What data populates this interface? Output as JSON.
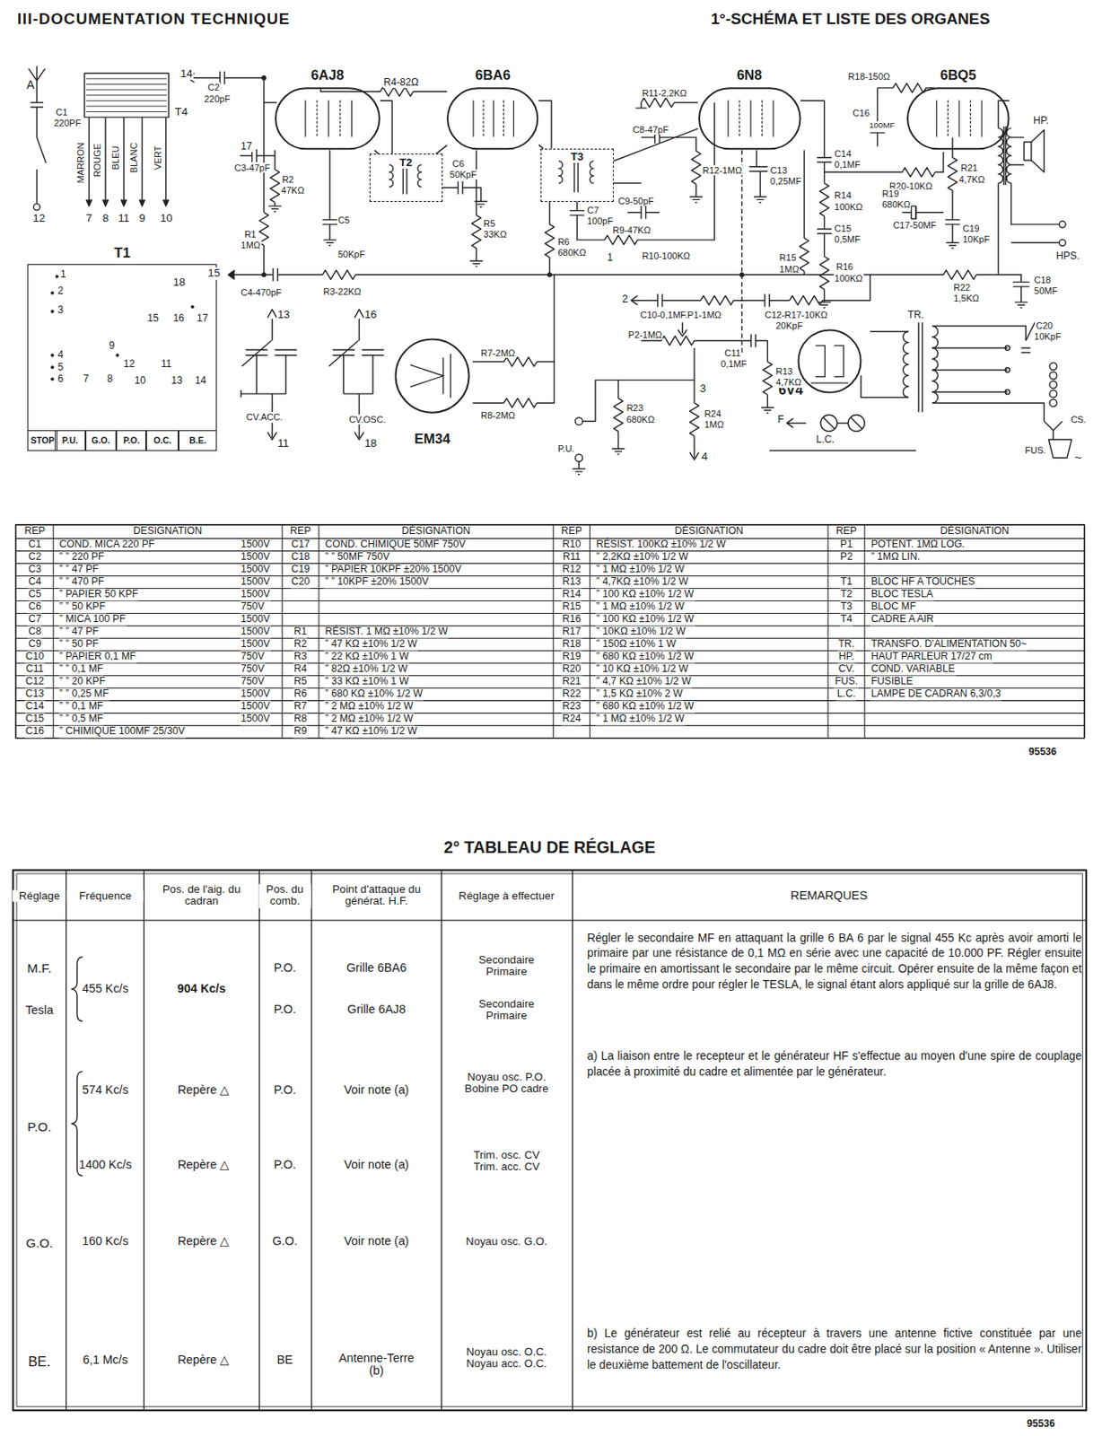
{
  "diagram": {
    "title": "III-DOCUMENTATION TECHNIQUE",
    "nodes": [
      {
        "text": [
          "6AJ8"
        ]
      },
      {
        "text": [
          "T2"
        ]
      },
      {
        "text": [
          "6BA6"
        ]
      },
      {
        "text": [
          "T3"
        ]
      },
      {
        "text": [
          "6N8"
        ]
      },
      {
        "text": [
          "6BQ5"
        ]
      },
      {
        "text": [
          "T1"
        ]
      },
      {
        "text": [
          "STOP"
        ],
        "in": 6
      },
      {
        "text": [
          "P.U."
        ],
        "in": 6
      },
      {
        "text": [
          "G.O."
        ],
        "in": 6
      },
      {
        "text": [
          "P.O."
        ],
        "in": 6
      },
      {
        "text": [
          "O.C."
        ],
        "in": 6
      },
      {
        "text": [
          "B.E."
        ],
        "in": 6
      },
      {
        "text": [
          "EM34"
        ]
      },
      {
        "text": [
          "6V4"
        ]
      }
    ],
    "edges": [
      {
        "from": 0,
        "to": 1,
        "arrow": "none"
      },
      {
        "from": 1,
        "to": 2,
        "arrow": "none"
      },
      {
        "from": 2,
        "to": 3,
        "arrow": "none"
      },
      {
        "from": 3,
        "to": 4,
        "arrow": "none"
      }
    ],
    "labels": [
      "1°-SCHÉMA ET LISTE DES ORGANES",
      "A",
      "C1",
      "220PF",
      "12",
      "MARRON",
      "ROUGE",
      "BLEU",
      "BLANC",
      "VERT",
      "7",
      "8",
      "11",
      "9",
      "10",
      "T4",
      "14",
      "C2",
      "220pF",
      "17",
      "C3-47pF",
      "R2",
      "47KΩ",
      "R1",
      "1MΩ",
      "C5",
      "50KpF",
      "R4-82Ω",
      "C6",
      "50KpF",
      "R5",
      "33KΩ",
      "R6",
      "680KΩ",
      "R11-2,2KΩ",
      "C8-47pF",
      "R12-1MΩ",
      "C9-50pF",
      "C7",
      "100pF",
      "R9-47KΩ",
      "R10-100KΩ",
      "1",
      "C13",
      "0,25MF",
      "R15",
      "1MΩ",
      "R18-150Ω",
      "C16",
      "100MF",
      "C14",
      "0,1MF",
      "R14",
      "100KΩ",
      "R20-10KΩ",
      "R19",
      "680KΩ",
      "C17-50MF",
      "R21",
      "4,7KΩ",
      "HP.",
      "C19",
      "10KpF",
      "HPS.",
      "C15",
      "0,5MF",
      "R16",
      "100KΩ",
      "R22",
      "1,5KΩ",
      "C18",
      "50MF",
      "15",
      "C4-470pF",
      "R3-22KΩ",
      "13",
      "16",
      "2",
      "C10-0,1MF.P1-1MΩ",
      "C12-R17-10KΩ",
      "20KpF",
      "TR.",
      "P2-1MΩ",
      "C11",
      "0,1MF",
      "R13",
      "4,7KΩ",
      "3",
      "R7-2MΩ",
      "R8-2MΩ",
      "CV.ACC.",
      "11",
      "CV.OSC.",
      "18",
      "F",
      "P.U.",
      "R23",
      "680KΩ",
      "R24",
      "1MΩ",
      "4",
      "L.C.",
      "C20",
      "10KpF",
      "FUS.",
      "CS.",
      "~",
      "1",
      "2",
      "3",
      "18",
      "15",
      "16",
      "17",
      "9",
      "12",
      "11",
      "4",
      "5",
      "6",
      "7",
      "8",
      "10",
      "13",
      "14",
      "REP",
      "DESIGNATION",
      "REP",
      "DÉSIGNATION",
      "REP",
      "DÉSIGNATION",
      "REP",
      "DÉSIGNATION",
      "C1",
      "COND. MICA 220 PF",
      "1500V",
      "C2",
      "” ” 220 PF",
      "1500V",
      "C3",
      "” ” 47 PF",
      "1500V",
      "C4",
      "” ” 470 PF",
      "1500V",
      "C5",
      "” PAPIER 50 KPF",
      "1500V",
      "C6",
      "” ” 50 KPF",
      "750V",
      "C7",
      "” MICA 100 PF",
      "1500V",
      "C8",
      "” ” 47 PF",
      "1500V",
      "C9",
      "” ” 50 PF",
      "1500V",
      "C10",
      "” PAPIER 0,1 MF",
      "750V",
      "C11",
      "” ” 0,1 MF",
      "750V",
      "C12",
      "” ” 20 KPF",
      "750V",
      "C13",
      "” ” 0,25 MF",
      "1500V",
      "C14",
      "” ” 0,1 MF",
      "1500V",
      "C15",
      "” ” 0,5 MF",
      "1500V",
      "C16",
      "” CHIMIQUE 100MF 25/30V",
      "C17",
      "COND. CHIMIQUE 50MF 750V",
      "C18",
      "” ” 50MF 750V",
      "C19",
      "” PAPIER 10KPF ±20% 1500V",
      "C20",
      "” ” 10KPF ±20% 1500V",
      "R1",
      "RÉSIST. 1 MΩ ±10% 1/2 W",
      "R2",
      "” 47 KΩ ±10% 1/2 W",
      "R3",
      "” 22 KΩ ±10% 1 W",
      "R4",
      "” 82Ω ±10% 1/2 W",
      "R5",
      "” 33 KΩ ±10% 1 W",
      "R6",
      "” 680 KΩ ±10% 1/2 W",
      "R7",
      "” 2 MΩ ±10% 1/2 W",
      "R8",
      "” 2 MΩ ±10% 1/2 W",
      "R9",
      "” 47 KΩ ±10% 1/2 W",
      "R10",
      "RÉSIST. 100KΩ ±10% 1/2 W",
      "R11",
      "” 2,2KΩ ±10% 1/2 W",
      "R12",
      "” 1 MΩ ±10% 1/2 W",
      "R13",
      "” 4,7KΩ ±10% 1/2 W",
      "R14",
      "” 100 KΩ ±10% 1/2 W",
      "R15",
      "” 1 MΩ ±10% 1/2 W",
      "R16",
      "” 100 KΩ ±10% 1/2 W",
      "R17",
      "” 10KΩ ±10% 1/2 W",
      "R18",
      "” 150Ω ±10% 1 W",
      "R19",
      "” 680 KΩ ±10% 1/2 W",
      "R20",
      "” 10 KΩ ±10% 1/2 W",
      "R21",
      "” 4,7 KΩ ±10% 1/2 W",
      "R22",
      "” 1,5 KΩ ±10% 2 W",
      "R23",
      "” 680 KΩ ±10% 1/2 W",
      "R24",
      "” 1 MΩ ±10% 1/2 W",
      "P1",
      "POTENT. 1MΩ LOG.",
      "P2",
      "” 1MΩ LIN.",
      "T1",
      "BLOC HF A TOUCHES",
      "T2",
      "BLOC TESLA",
      "T3",
      "BLOC MF",
      "T4",
      "CADRE A AIR",
      "TR.",
      "TRANSFO. D'ALIMENTATION 50~",
      "HP.",
      "HAUT PARLEUR 17/27 cm",
      "CV.",
      "COND. VARIABLE",
      "FUS.",
      "FUSIBLE",
      "L.C.",
      "LAMPE DE CADRAN 6,3/0,3",
      "95536",
      "2° TABLEAU DE RÉGLAGE",
      "Réglage",
      "Fréquence",
      "Pos. de l'aig. du cadran",
      "Pos. du comb.",
      "Point d'attaque du générat. H.F.",
      "Réglage à effectuer",
      "REMARQUES",
      "M.F.",
      "455 Kc/s",
      "904 Kc/s",
      "P.O.",
      "Grille 6BA6",
      "Secondaire Primaire",
      "Régler le secondaire MF en attaquant la grille 6 BA 6 par le signal 455 Kc après avoir amorti le primaire par une résistance de 0,1 MΩ en série avec une capacité de 10.000 PF. Régler ensuite le primaire en amortissant le secondaire par le même circuit. Opérer ensuite de la même façon et dans le même ordre pour régler le TESLA, le signal étant alors appliqué sur la grille de 6AJ8.",
      "Tesla",
      "P.O.",
      "Grille 6AJ8",
      "Secondaire Primaire",
      "574 Kc/s",
      "Repère △",
      "P.O.",
      "Voir note (a)",
      "Noyau osc. P.O. Bobine PO cadre",
      "a) La liaison entre le recepteur et le générateur HF s'effectue au moyen d'une spire de couplage placée à proximité du cadre et alimentée par le générateur.",
      "P.O.",
      "1400 Kc/s",
      "Repère △",
      "P.O.",
      "Voir note (a)",
      "Trim. osc. CV Trim. acc. CV",
      "G.O.",
      "160 Kc/s",
      "Repère △",
      "G.O.",
      "Voir note (a)",
      "Noyau osc. G.O.",
      "BE.",
      "6,1 Mc/s",
      "Repère △",
      "BE",
      "Antenne-Terre (b)",
      "Noyau osc. O.C. Noyau acc. O.C.",
      "b) Le générateur est relié au récepteur à travers une antenne fictive constituée par une resistance de 200 Ω. Le commutateur du cadre doit être placé sur la position « Antenne ». Utiliser le deuxième battement de l'oscillateur.",
      "95536"
    ]
  }
}
